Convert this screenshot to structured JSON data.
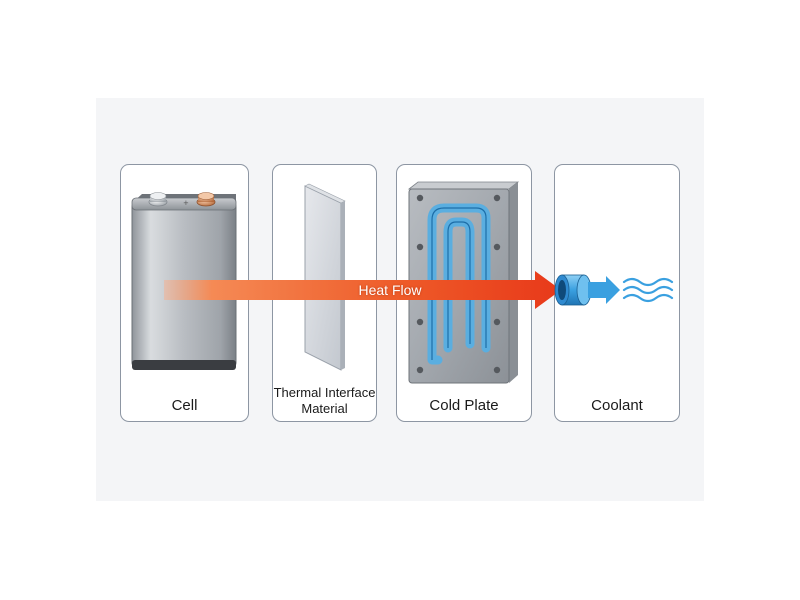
{
  "cards": [
    {
      "id": "cell",
      "label": "Cell"
    },
    {
      "id": "tim",
      "label_line1": "Thermal Interface",
      "label_line2": "Material"
    },
    {
      "id": "cold-plate",
      "label": "Cold Plate"
    },
    {
      "id": "coolant",
      "label": "Coolant"
    }
  ],
  "arrow": {
    "label": "Heat Flow"
  },
  "colors": {
    "heat_start": "#f7b08e",
    "heat_end": "#e8391a",
    "coolant": "#3aa0e0",
    "card_border": "#8d96a3",
    "panel": "#f4f5f7"
  },
  "icons": [
    "battery-cell-icon",
    "thermal-pad-icon",
    "cold-plate-icon",
    "coolant-pipe-icon",
    "coolant-waves-icon"
  ]
}
